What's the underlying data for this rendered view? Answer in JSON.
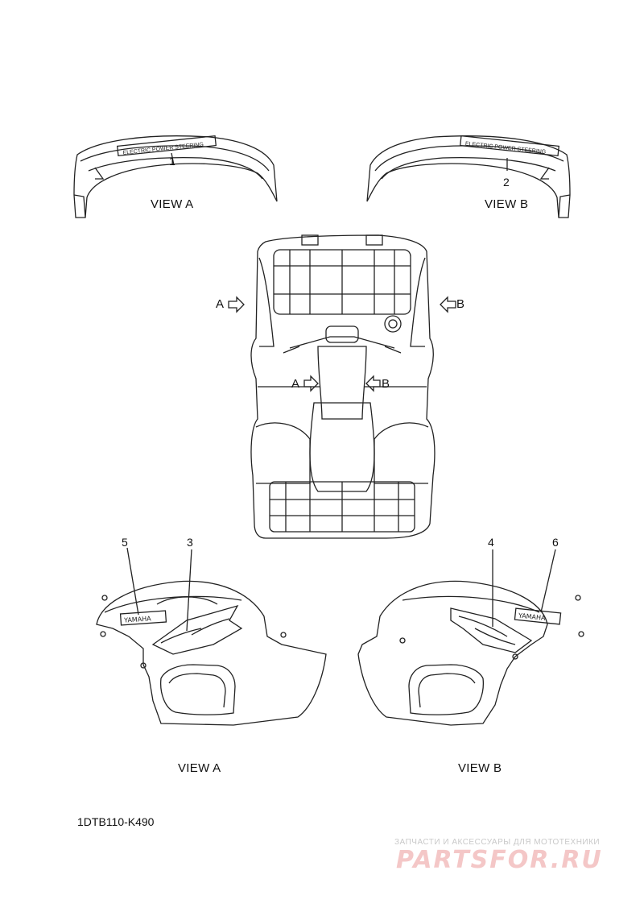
{
  "views": {
    "view_a_top": "VIEW A",
    "view_b_top": "VIEW B",
    "view_a_bottom": "VIEW A",
    "view_b_bottom": "VIEW B"
  },
  "callouts": {
    "c1": "1",
    "c2": "2",
    "c3": "3",
    "c4": "4",
    "c5": "5",
    "c6": "6"
  },
  "arrows": {
    "outer_a": "A",
    "outer_b": "B",
    "inner_a": "A",
    "inner_b": "B"
  },
  "decals": {
    "yamaha_left": "YAMAHA",
    "yamaha_right": "YAMAHA",
    "eps_left": "ELECTRIC POWER STEERING",
    "eps_right": "ELECTRIC POWER STEERING"
  },
  "diagram_code": "1DTB110-K490",
  "watermark": {
    "caption": "ЗАПЧАСТИ И АКСЕССУАРЫ ДЛЯ МОТОТЕХНИКИ",
    "logo": "PARTSFOR.RU"
  },
  "colors": {
    "line": "#222222",
    "watermark_text": "#c9c9c9",
    "watermark_logo": "#f4c7c7"
  }
}
